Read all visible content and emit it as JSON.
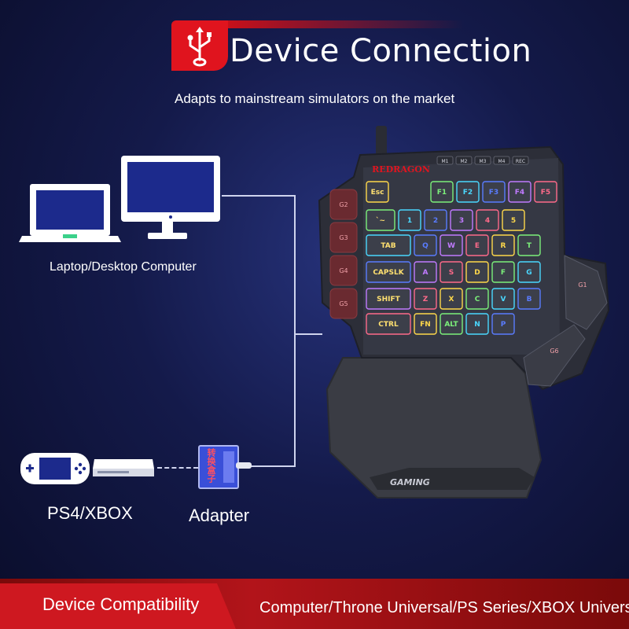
{
  "header": {
    "title": "Device Connection",
    "subtitle": "Adapts to mainstream simulators on the market"
  },
  "devices": {
    "computer_label": "Laptop/Desktop Computer",
    "console_label": "PS4/XBOX",
    "adapter_label": "Adapter",
    "adapter_text": "转换盒子"
  },
  "keyboard": {
    "brand": "REDRAGON",
    "macro_keys": [
      "M1",
      "M2",
      "M3",
      "M4",
      "REC"
    ],
    "rows": [
      [
        "Esc",
        "F1",
        "F2",
        "F3",
        "F4",
        "F5"
      ],
      [
        "`~",
        "1",
        "2",
        "3",
        "4",
        "5"
      ],
      [
        "TAB",
        "Q",
        "W",
        "E",
        "R",
        "T"
      ],
      [
        "CAPSLK",
        "A",
        "S",
        "D",
        "F",
        "G"
      ],
      [
        "SHIFT",
        "Z",
        "X",
        "C",
        "V",
        "B"
      ],
      [
        "CTRL",
        "FN",
        "ALT",
        "N",
        "P"
      ]
    ],
    "side_keys": [
      "G2",
      "G3",
      "G4",
      "G5"
    ],
    "thumb_keys": [
      "G1",
      "G6"
    ],
    "palm_text": "GAMING"
  },
  "footer": {
    "compat_label": "Device Compatibility",
    "compat_list": "Computer/Throne Universal/PS Series/XBOX Universal"
  },
  "colors": {
    "brand_red": "#e0141e",
    "background": "#141a4a"
  }
}
